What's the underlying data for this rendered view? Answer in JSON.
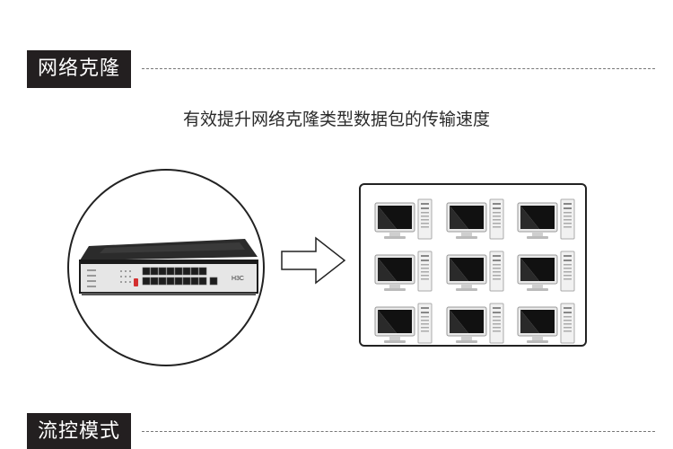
{
  "sections": [
    {
      "title": "网络克隆"
    },
    {
      "title": "流控模式"
    }
  ],
  "subtitle": "有效提升网络克隆类型数据包的传输速度",
  "switch": {
    "brand_label": "H3C"
  },
  "network": {
    "pc_count": 9
  }
}
